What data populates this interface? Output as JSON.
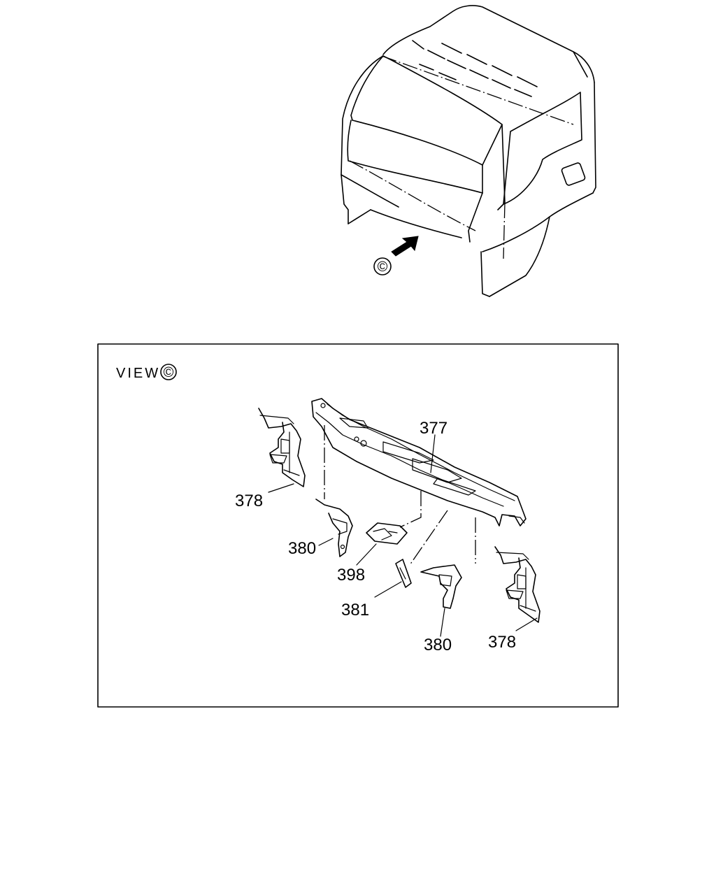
{
  "view_marker": "©",
  "view_title": "VIEW",
  "view_symbol": "©",
  "labels": {
    "p377": "377",
    "p378_left": "378",
    "p378_right": "378",
    "p380_left": "380",
    "p380_right": "380",
    "p398": "398",
    "p381": "381"
  }
}
